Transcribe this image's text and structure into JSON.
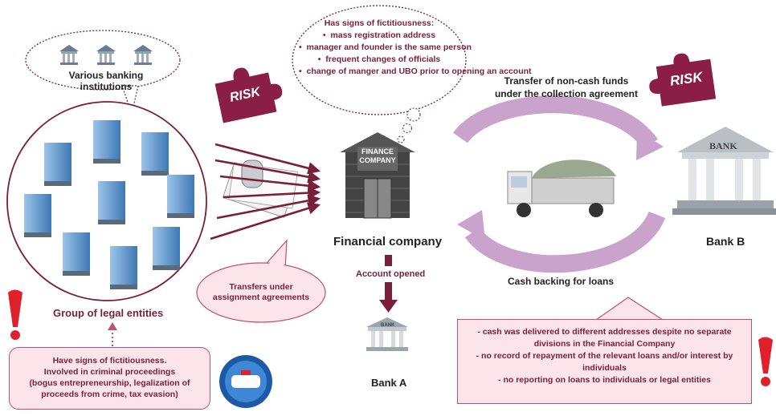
{
  "top_cloud": {
    "title": "Has signs of fictitiousness:",
    "items": [
      "mass registration address",
      "manager and founder is the same person",
      "frequent changes of officials",
      "change of manger and UBO prior to opening an account"
    ]
  },
  "banks_cloud_label": "Various banking institutions",
  "group_label": "Group of legal entities",
  "risk_word": "RISK",
  "finance_sign_line1": "FINANCE",
  "finance_sign_line2": "COMPANY",
  "financial_company_label": "Financial company",
  "account_opened_label": "Account opened",
  "bank_a_label": "Bank A",
  "bank_b_label": "Bank B",
  "bank_sign": "BANK",
  "transfer_label_line1": "Transfer of non-cash funds",
  "transfer_label_line2": "under the collection agreement",
  "cash_backing_label": "Cash backing for loans",
  "assignment_bubble": "Transfers under assignment agreements",
  "fictitious_box": {
    "line1": "Have signs of fictitiousness.",
    "line2": "Involved in criminal proceedings",
    "line3": "(bogus entrepreneurship, legalization of",
    "line4": "proceeds from crime, tax evasion)"
  },
  "right_box": {
    "line1": "- cash was delivered to different addresses despite no separate",
    "line2": "divisions in the Financial Company",
    "line3": "- no record of repayment of the relevant loans and/or interest by",
    "line4": "individuals",
    "line5": "- no reporting on loans to individuals or legal entities"
  },
  "colors": {
    "maroon": "#7a1f3a",
    "lavender": "#c9a3cc",
    "pink_fill": "#fbe4ea",
    "exclamation": "#e0202a"
  }
}
